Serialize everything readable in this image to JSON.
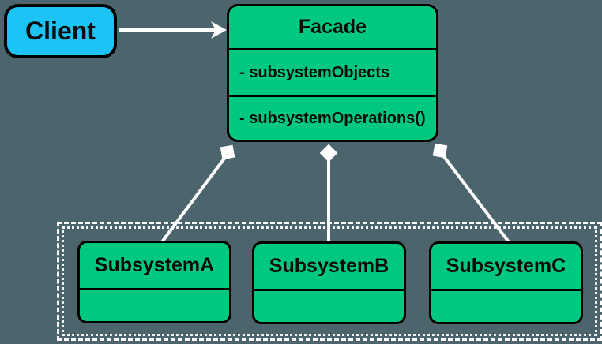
{
  "colors": {
    "background": "#4c646c",
    "class_fill_green": "#00c87e",
    "client_fill_cyan": "#1ec3f5",
    "connector_white": "#ffffff",
    "border_black": "#000000"
  },
  "client": {
    "label": "Client"
  },
  "facade": {
    "title": "Facade",
    "attributes": [
      "- subsystemObjects"
    ],
    "methods": [
      "- subsystemOperations()"
    ]
  },
  "subsystems": [
    {
      "label": "SubsystemA"
    },
    {
      "label": "SubsystemB"
    },
    {
      "label": "SubsystemC"
    }
  ]
}
